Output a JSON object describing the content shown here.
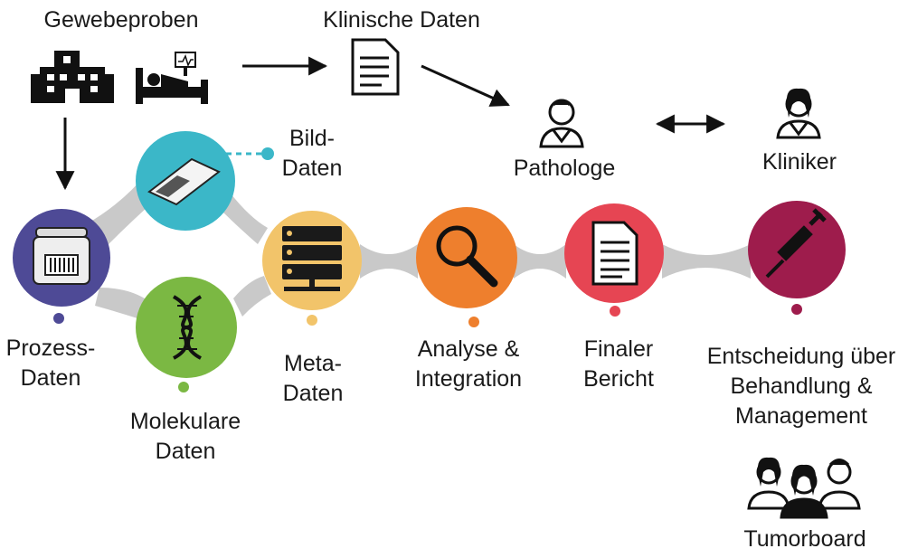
{
  "sources": {
    "tissue_samples": "Gewebeproben",
    "clinical_data": "Klinische Daten"
  },
  "roles": {
    "pathologist": "Pathologe",
    "clinician": "Kliniker",
    "tumorboard": "Tumorboard"
  },
  "nodes": {
    "process_data": [
      "Prozess-",
      "Daten"
    ],
    "image_data": [
      "Bild-",
      "Daten"
    ],
    "molecular_data": [
      "Molekulare",
      "Daten"
    ],
    "meta_data": [
      "Meta-",
      "Daten"
    ],
    "analysis": [
      "Analyse &",
      "Integration"
    ],
    "final_report": [
      "Finaler",
      "Bericht"
    ],
    "decision": [
      "Entscheidung über",
      "Behandlung &",
      "Management"
    ]
  },
  "icons": {
    "hospital": "hospital-icon",
    "patient_bed": "patient-bed-icon",
    "document": "document-icon",
    "pathologist": "pathologist-icon",
    "clinician": "clinician-icon",
    "sample_jar": "sample-jar-icon",
    "slide": "microscope-slide-icon",
    "dna": "dna-icon",
    "server": "server-icon",
    "magnifier": "magnifier-icon",
    "report": "report-icon",
    "syringe": "syringe-icon",
    "team": "team-icon"
  },
  "colors": {
    "process_data": "#4e4a96",
    "image_data": "#3bb7c8",
    "molecular_data": "#7bb843",
    "meta_data": "#f2c46a",
    "analysis": "#ee7f2d",
    "final_report": "#e64553",
    "decision": "#9e1c4c",
    "connector": "#c9c9c9"
  }
}
